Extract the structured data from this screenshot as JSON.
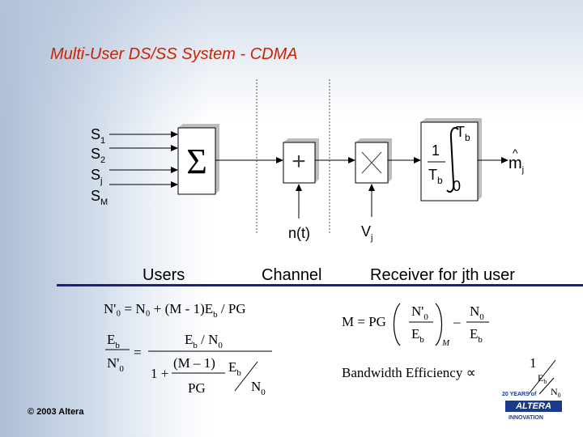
{
  "slide": {
    "title": "Multi-User DS/SS System - CDMA",
    "copyright": "© 2003 Altera",
    "logo": {
      "line1": "20 YEARS of",
      "line2": "ALTERA",
      "line3": "INNOVATION"
    }
  },
  "diagram": {
    "inputs": [
      "S",
      "S",
      "S",
      "S"
    ],
    "input_subscripts": [
      "1",
      "2",
      "j",
      "M"
    ],
    "sum_symbol": "Σ",
    "adder_symbol": "+",
    "noise_label": "n(t)",
    "mixer_symbol": "×",
    "code_label": "V",
    "code_subscript": "j",
    "integrator": {
      "numerator": "1",
      "denominator": "T",
      "denominator_sub": "b",
      "upper": "T",
      "upper_sub": "b",
      "lower": "0"
    },
    "output_label": "m",
    "output_hat": "^",
    "output_subscript": "j",
    "sections": [
      "Users",
      "Channel",
      "Receiver for jth user"
    ]
  },
  "equations": {
    "n0_prime_lhs": "N'₀ = N₀ + (M - 1)E",
    "n0_prime_rhs": " / PG",
    "snr_lhs_num": "E",
    "snr_lhs_den": "N'",
    "snr_rhs_num": "E",
    "snr_rhs_num2": "/ N",
    "snr_rhs_den_a": "1 +",
    "snr_rhs_den_b": "(M – 1)",
    "snr_rhs_den_c": "E",
    "snr_rhs_den_d": "PG",
    "snr_rhs_den_e": "N",
    "m_eq_a": "M = PG",
    "m_eq_n0p": "N'",
    "m_eq_eb": "E",
    "m_eq_sub": "M",
    "m_eq_minus": "–",
    "m_eq_n0": "N",
    "m_eq_eb2": "E",
    "bw_label": "Bandwidth Efficiency ∝",
    "bw_one": "1",
    "bw_eb": "E",
    "bw_n0": "N"
  }
}
